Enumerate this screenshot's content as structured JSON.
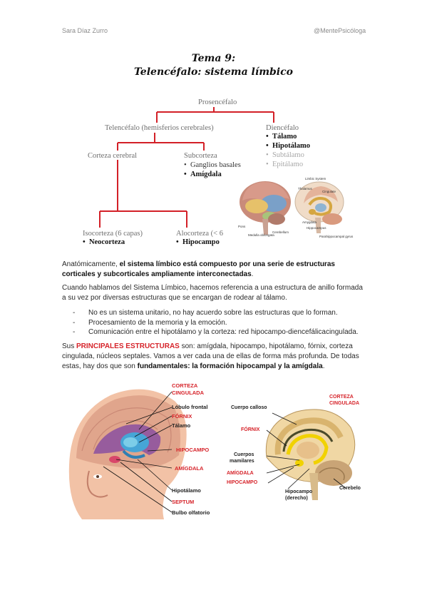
{
  "header": {
    "author": "Sara Díaz Zurro",
    "handle": "@MentePsicóloga"
  },
  "title": {
    "line1": "Tema 9:",
    "line2": "Telencéfalo: sistema límbico"
  },
  "tree": {
    "root": "Prosencéfalo",
    "telencefalo": "Telencéfalo (hemisferios cerebrales)",
    "diencefalo": "Diencéfalo",
    "diencefalo_items": [
      "Tálamo",
      "Hipotálamo",
      "Subtálamo",
      "Epitálamo"
    ],
    "corteza": "Corteza cerebral",
    "subcorteza": "Subcorteza",
    "subcorteza_items": [
      "Ganglios basales",
      "Amígdala"
    ],
    "isocorteza": "Isocorteza (6 capas)",
    "isocorteza_item": "Neocorteza",
    "alocorteza": "Alocorteza (< 6",
    "alocorteza_item": "Hipocampo",
    "bullet": "•"
  },
  "figure1": {
    "labels": [
      "Limbic System",
      "Thalamus",
      "Cingulate",
      "Pons",
      "Medulla oblongata",
      "Cerebellum",
      "Amygdala",
      "Hippocampus",
      "Parahippocampal gyrus"
    ]
  },
  "paragraphs": {
    "p1_a": "Anatómicamente, ",
    "p1_b": "el sistema límbico está compuesto por una serie de estructuras corticales y subcorticales ampliamente interconectadas",
    "p1_c": ".",
    "p2": "Cuando hablamos del Sistema Límbico, hacemos referencia a una estructura de anillo formada a su vez por diversas estructuras que se encargan de rodear al tálamo.",
    "dash": "-",
    "bullets": [
      "No es un sistema unitario, no hay acuerdo sobre las estructuras que lo forman.",
      "Procesamiento de la memoria y la emoción.",
      "Comunicación entre el hipotálamo y la corteza: red hipocampo-diencefálicacingulada."
    ],
    "p3_a": "Sus ",
    "p3_red": "PRINCIPALES ESTRUCTURAS",
    "p3_b": " son: amígdala, hipocampo, hipotálamo, fórnix, corteza cingulada, núcleos septales. Vamos a ver cada una de ellas de forma más profunda. De todas estas, hay dos que son ",
    "p3_bold": "fundamentales: la formación hipocampal y la amígdala",
    "p3_c": "."
  },
  "figure2": {
    "labels": [
      "CORTEZA",
      "CINGULADA",
      "Lóbulo frontal",
      "FÓRNIX",
      "Tálamo",
      "HIPOCAMPO",
      "AMÍGDALA",
      "Hipotálamo",
      "SEPTUM",
      "Bulbo olfatorio"
    ]
  },
  "figure3": {
    "labels": [
      "Cuerpo calloso",
      "CORTEZA",
      "CINGULADA",
      "FÓRNIX",
      "Cuerpos",
      "mamilares",
      "AMÍGDALA",
      "HIPOCAMPO",
      "Cerebelo",
      "Hipocampo",
      "(derecho)"
    ]
  }
}
